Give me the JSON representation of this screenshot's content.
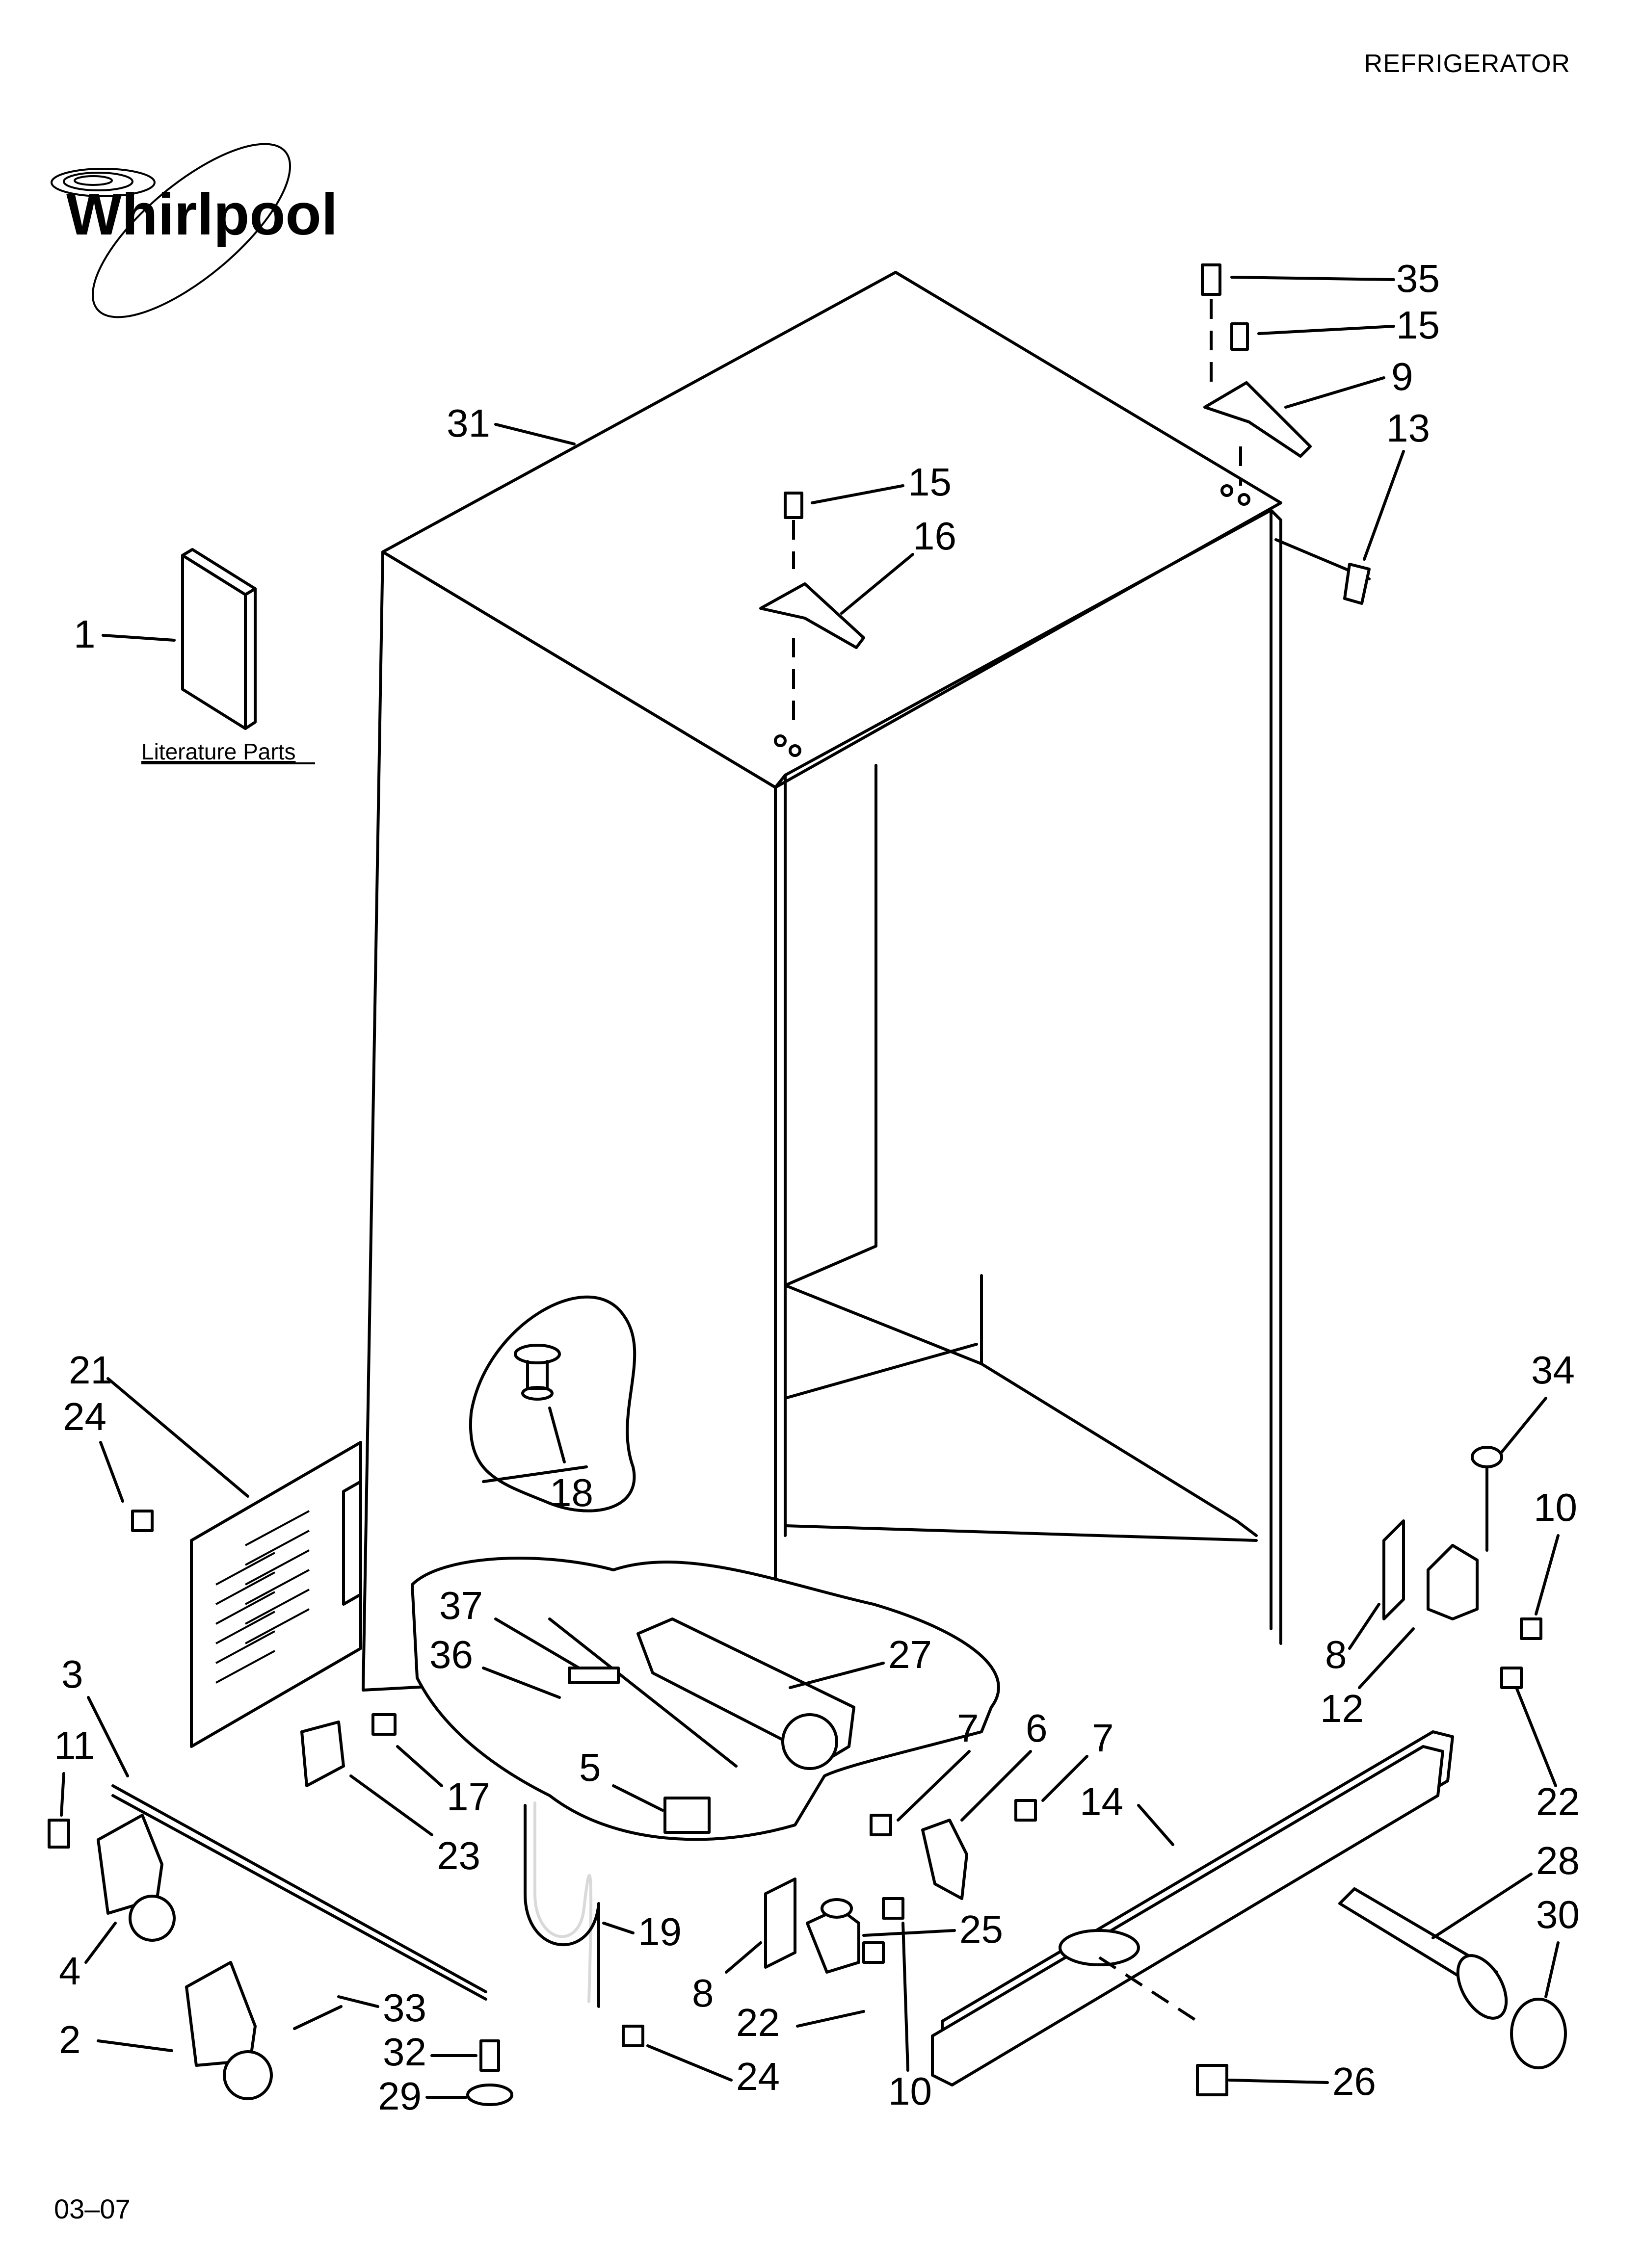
{
  "header": {
    "title": "REFRIGERATOR"
  },
  "logo": {
    "text": "Whirlpool"
  },
  "literature": {
    "label": "Literature Parts"
  },
  "footer": {
    "code": "03–07"
  },
  "callouts": [
    {
      "id": "c35a",
      "label": "35"
    },
    {
      "id": "c15a",
      "label": "15"
    },
    {
      "id": "c9",
      "label": "9"
    },
    {
      "id": "c13",
      "label": "13"
    },
    {
      "id": "c31",
      "label": "31"
    },
    {
      "id": "c15b",
      "label": "15"
    },
    {
      "id": "c16",
      "label": "16"
    },
    {
      "id": "c1",
      "label": "1"
    },
    {
      "id": "c21",
      "label": "21"
    },
    {
      "id": "c24a",
      "label": "24"
    },
    {
      "id": "c18",
      "label": "18"
    },
    {
      "id": "c34",
      "label": "34"
    },
    {
      "id": "c10a",
      "label": "10"
    },
    {
      "id": "c8a",
      "label": "8"
    },
    {
      "id": "c12",
      "label": "12"
    },
    {
      "id": "c37",
      "label": "37"
    },
    {
      "id": "c36",
      "label": "36"
    },
    {
      "id": "c27",
      "label": "27"
    },
    {
      "id": "c3",
      "label": "3"
    },
    {
      "id": "c11",
      "label": "11"
    },
    {
      "id": "c7a",
      "label": "7"
    },
    {
      "id": "c6",
      "label": "6"
    },
    {
      "id": "c7b",
      "label": "7"
    },
    {
      "id": "c14",
      "label": "14"
    },
    {
      "id": "c22a",
      "label": "22"
    },
    {
      "id": "c5",
      "label": "5"
    },
    {
      "id": "c17",
      "label": "17"
    },
    {
      "id": "c23",
      "label": "23"
    },
    {
      "id": "c28",
      "label": "28"
    },
    {
      "id": "c30",
      "label": "30"
    },
    {
      "id": "c4",
      "label": "4"
    },
    {
      "id": "c19",
      "label": "19"
    },
    {
      "id": "c25",
      "label": "25"
    },
    {
      "id": "c8b",
      "label": "8"
    },
    {
      "id": "c2",
      "label": "2"
    },
    {
      "id": "c33",
      "label": "33"
    },
    {
      "id": "c22b",
      "label": "22"
    },
    {
      "id": "c32",
      "label": "32"
    },
    {
      "id": "c24b",
      "label": "24"
    },
    {
      "id": "c10b",
      "label": "10"
    },
    {
      "id": "c26",
      "label": "26"
    },
    {
      "id": "c29",
      "label": "29"
    }
  ]
}
